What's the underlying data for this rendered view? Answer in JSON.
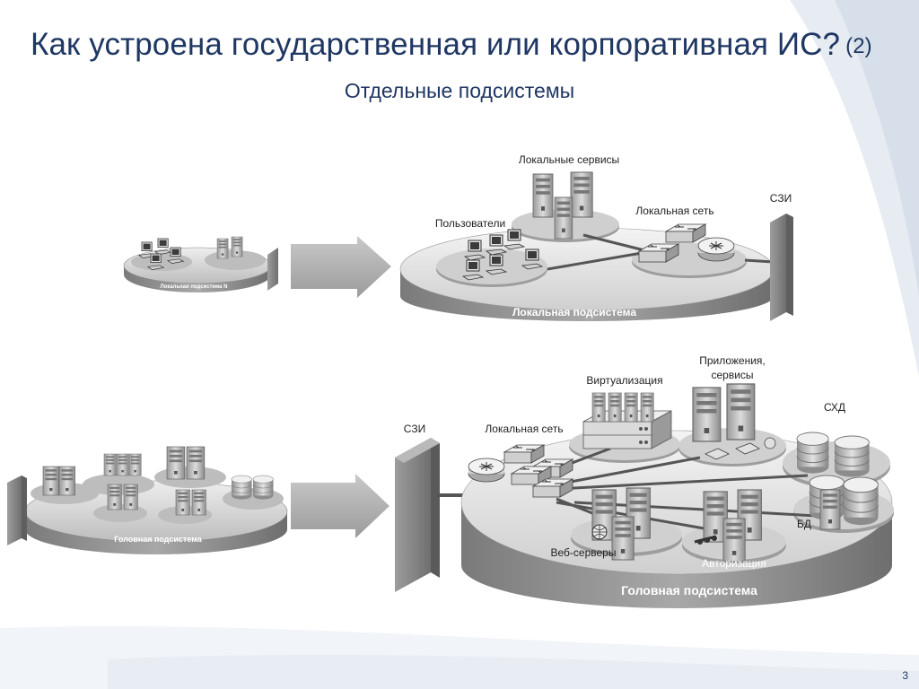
{
  "title": {
    "text": "Как устроена государственная или корпоративная ИС?",
    "num": "(2)"
  },
  "subtitle": "Отдельные подсистемы",
  "page_number": "3",
  "diagram": {
    "small_local_disk_label": "Локальная подсистема N",
    "local": {
      "services": "Локальные сервисы",
      "users": "Пользователи",
      "network": "Локальная сеть",
      "szi": "СЗИ",
      "disk": "Локальная подсистема"
    },
    "small_head_disk_label": "Головная подсистема",
    "head": {
      "szi": "СЗИ",
      "virtualization": "Виртуализация",
      "apps_line1": "Приложения,",
      "apps_line2": "сервисы",
      "network": "Локальная сеть",
      "storage": "СХД",
      "db": "БД",
      "web": "Веб-серверы",
      "auth": "Авторизация",
      "disk": "Головная подсистема"
    }
  },
  "icons": [
    "server-icon",
    "workstation-icon",
    "router-icon",
    "switch-icon",
    "database-icon",
    "firewall-wall-icon",
    "arrow-right-icon",
    "globe-icon",
    "key-icon"
  ]
}
